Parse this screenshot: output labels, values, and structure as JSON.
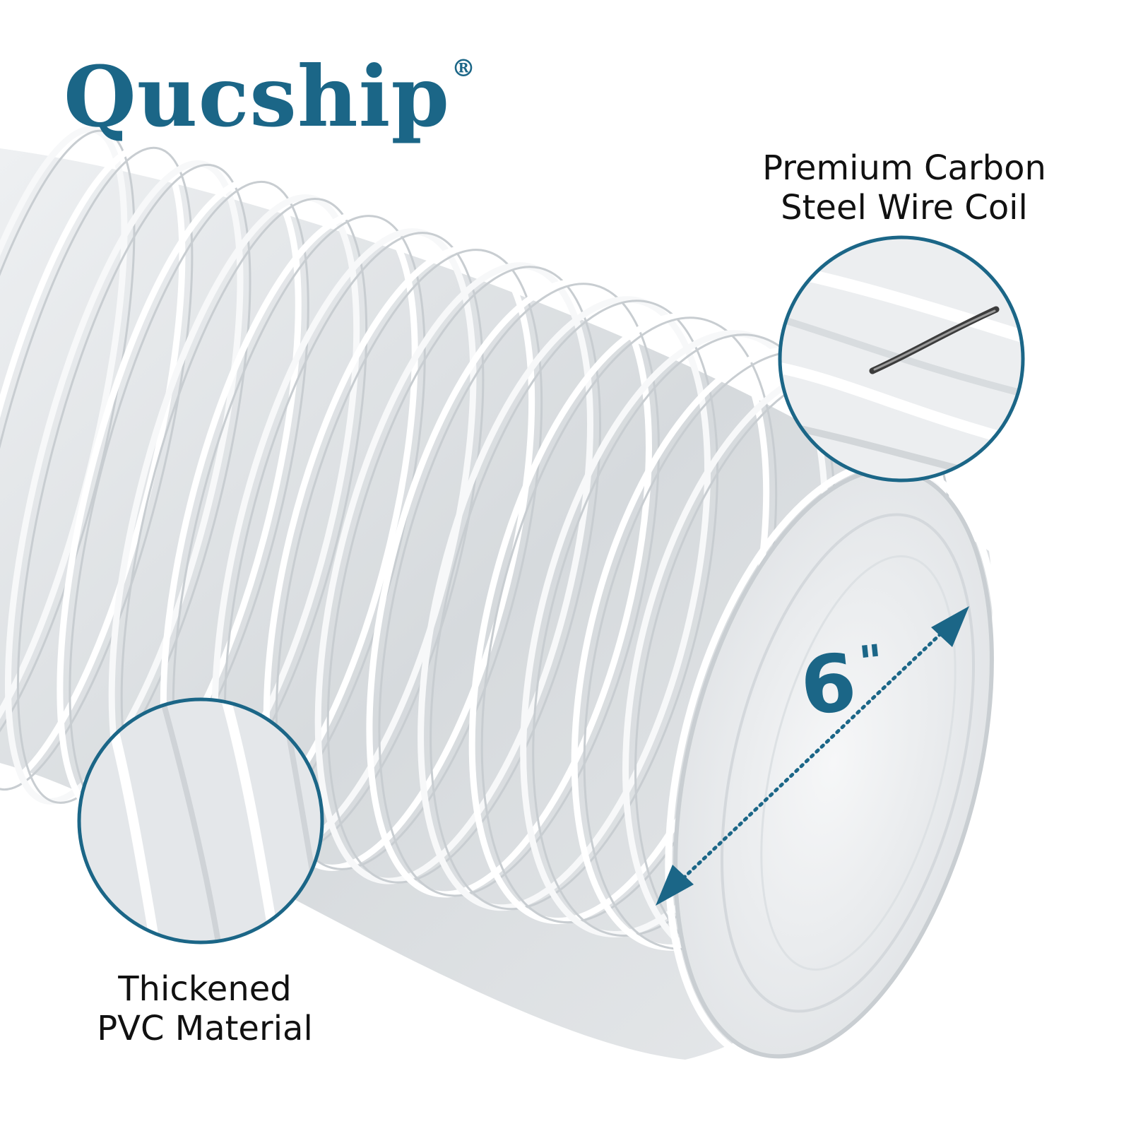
{
  "brand": {
    "name": "Qucship",
    "mark": "®"
  },
  "callouts": {
    "wire_coil": {
      "line1": "Premium Carbon",
      "line2": "Steel Wire Coil"
    },
    "pvc": {
      "line1": "Thickened",
      "line2": "PVC Material"
    }
  },
  "dimension": {
    "value": "6",
    "unit": "\""
  },
  "colors": {
    "accent": "#1b6687",
    "text": "#111111",
    "background": "#ffffff",
    "hose_band": "#d9dde0",
    "hose_rib": "#ffffff"
  }
}
